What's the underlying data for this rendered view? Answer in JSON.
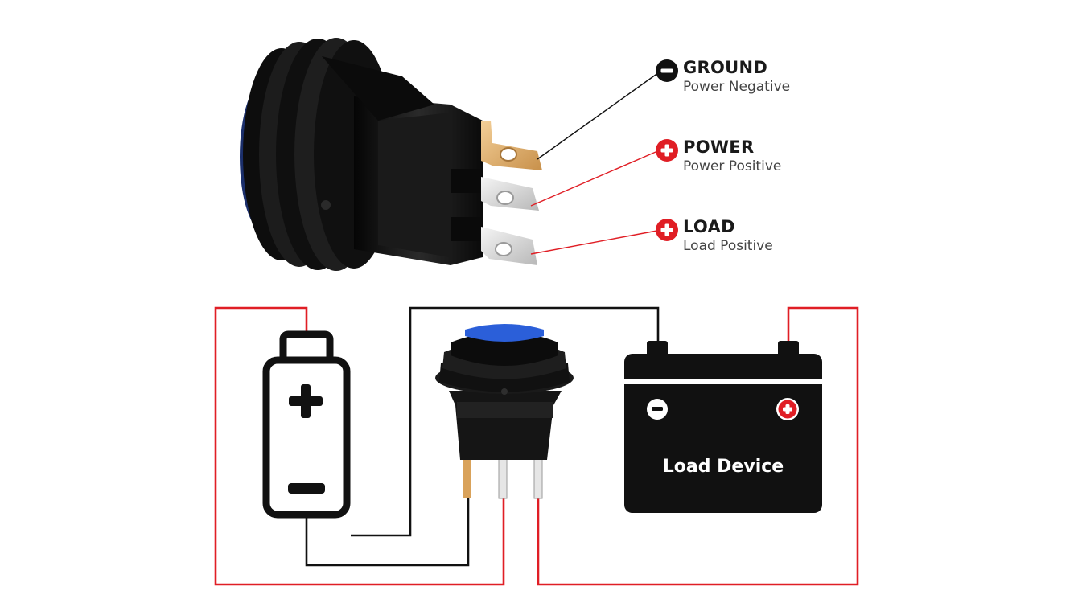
{
  "pins": {
    "ground": {
      "title": "GROUND",
      "subtitle": "Power Negative"
    },
    "power": {
      "title": "POWER",
      "subtitle": "Power Positive"
    },
    "load": {
      "title": "LOAD",
      "subtitle": "Load Positive"
    }
  },
  "load_device": {
    "label": "Load Device"
  },
  "colors": {
    "positive_wire": "#e01e25",
    "negative_wire": "#111111",
    "switch_body": "#141414",
    "lamp": "#2b5fd9",
    "brass": "#d9a25a",
    "silver": "#d8d8d8"
  }
}
